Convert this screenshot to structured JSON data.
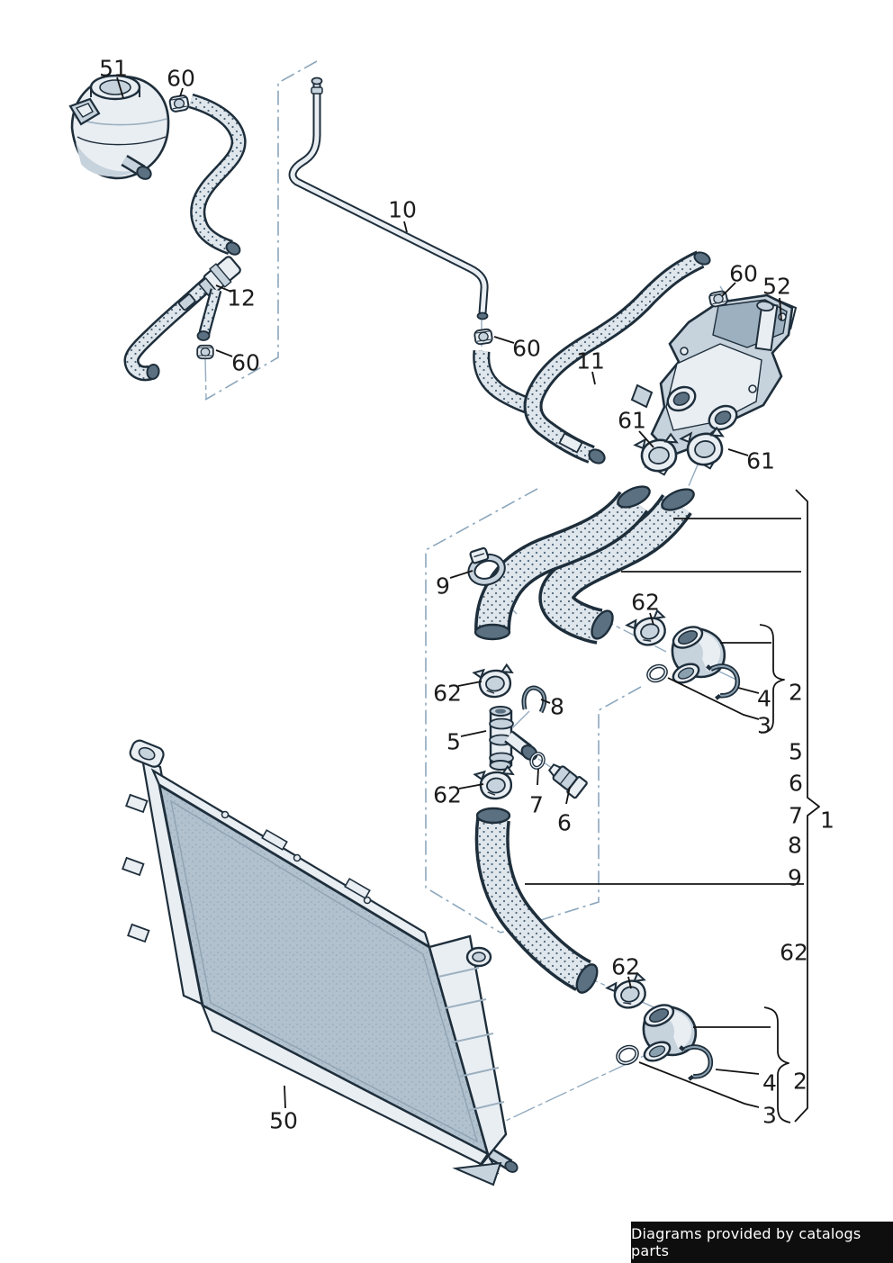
{
  "diagram": {
    "type": "exploded-parts-diagram",
    "subject": "engine cooling system - radiator, coolant hoses, expansion tank, thermostat housing",
    "colors": {
      "background": "#ffffff",
      "outline": "#1e2e3b",
      "part_light": "#e9eef3",
      "part_mid": "#c6d2dc",
      "part_dark": "#9db0bf",
      "radiator_core": "#b1c1ce",
      "construction_line": "#8ca7bd",
      "leader_line": "#141414"
    },
    "callouts": {
      "c51": "51",
      "c60_tank": "60",
      "c12": "12",
      "c60_12": "60",
      "c10": "10",
      "c60_pipe": "60",
      "c11": "11",
      "c60_housing": "60",
      "c52": "52",
      "c61_left": "61",
      "c61_right": "61",
      "c9_clamp": "9",
      "c62_yhose": "62",
      "c62_upper": "62",
      "c8": "8",
      "c5": "5",
      "c7": "7",
      "c6": "6",
      "c62_lower": "62",
      "c50": "50",
      "c62_bottom": "62",
      "col2": "2",
      "col4": "4",
      "col3": "3",
      "col5": "5",
      "col6": "6",
      "col7": "7",
      "col1": "1",
      "col8": "8",
      "col9": "9",
      "col62": "62",
      "b4": "4",
      "b3": "3",
      "b2": "2"
    }
  },
  "footer": {
    "text": "Diagrams provided by catalogs parts"
  }
}
